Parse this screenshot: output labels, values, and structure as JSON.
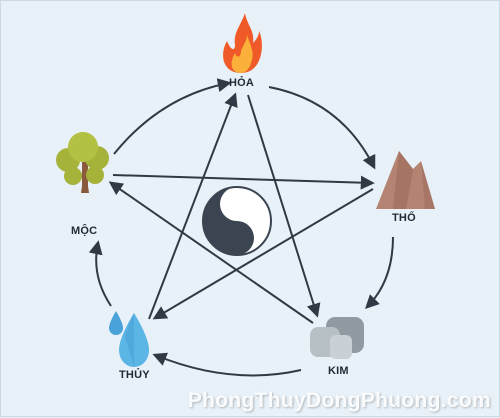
{
  "elements": {
    "fire": "HỎA",
    "earth": "THỔ",
    "metal": "KIM",
    "water": "THỦY",
    "wood": "MỘC"
  },
  "watermark": "PhongThuyDongPhuong.com",
  "colors": {
    "background": "#e8f1f8",
    "arrow": "#2f3a45",
    "yinyang_dark": "#3a4551",
    "fire_outer": "#f05a28",
    "fire_inner": "#fbb03b",
    "earth": "#b48372",
    "metal": "#8f9aa1",
    "water": "#4aa3d8",
    "wood_canopy": "#a6b33a",
    "wood_trunk": "#8a5a3c"
  }
}
